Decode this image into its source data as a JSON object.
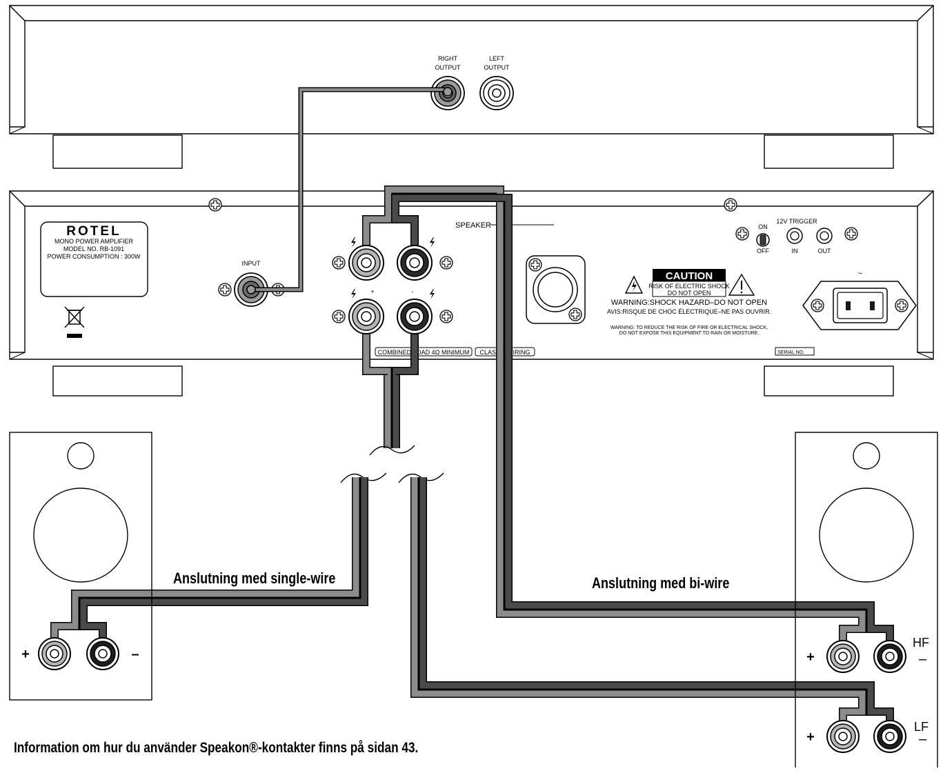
{
  "top_unit": {
    "right_output_label_1": "RIGHT",
    "right_output_label_2": "OUTPUT",
    "left_output_label_1": "LEFT",
    "left_output_label_2": "OUTPUT"
  },
  "amplifier": {
    "brand": "ROTEL",
    "plate_line_1": "MONO POWER AMPLIFIER",
    "plate_line_2": "MODEL NO. RB-1091",
    "plate_line_3": "POWER CONSUMPTION : 300W",
    "input_label": "INPUT",
    "speaker_label": "SPEAKER",
    "plus_label": "+",
    "minus_label": "-",
    "combined_load_label": "COMBINED LOAD 4Ω MINIMUM",
    "class_wiring_label": "CLASS 2 WIRING",
    "switch_on": "ON",
    "switch_off": "OFF",
    "trigger_label": "12V TRIGGER",
    "trigger_in": "IN",
    "trigger_out": "OUT",
    "ac_symbol": "~",
    "caution_title": "CAUTION",
    "caution_line_1": "RISK OF ELECTRIC SHOCK",
    "caution_line_2": "DO NOT OPEN",
    "warning_line_1": "WARNING:SHOCK HAZARD–DO NOT OPEN",
    "warning_line_2": "AVIS:RISQUE DE CHOC ÉLECTRIQUE–NE PAS OUVRIR.",
    "warning_small_1": "WARNING: TO REDUCE THE RISK OF FIRE OR ELECTRICAL SHOCK,",
    "warning_small_2": "DO NOT EXPOSE THIS EQUIPMENT TO RAIN OR MOISTURE.",
    "serial_label": "SERIAL NO."
  },
  "speakers": {
    "left_plus": "+",
    "left_minus": "–",
    "right_hf_label": "HF",
    "right_hf_plus": "+",
    "right_hf_minus": "–",
    "right_lf_label": "LF",
    "right_lf_plus": "+",
    "right_lf_minus": "–"
  },
  "captions": {
    "single_wire": "Anslutning med single-wire",
    "bi_wire": "Anslutning med bi-wire",
    "footnote": "Information om hur du använder Speakon®-kontakter finns på sidan 43."
  },
  "colors": {
    "cable_light": "#8c8c8c",
    "cable_dark": "#4a4a4a",
    "line": "#000000"
  }
}
